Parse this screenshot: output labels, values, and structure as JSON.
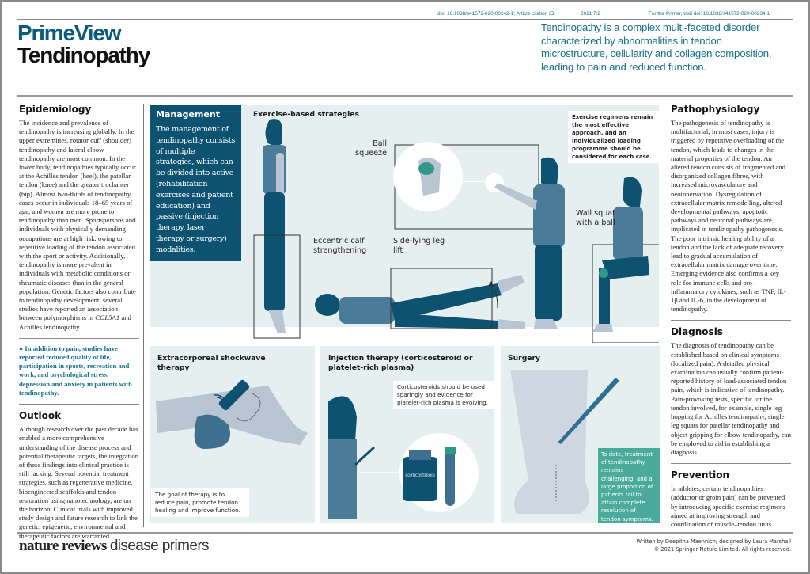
{
  "header": {
    "doi_left": "doi: 10.1038/s41572-020-00242-1; Article citation ID:",
    "citation": "2021  7:2",
    "doi_right": "For the Primer, visit doi: 10.1038/s41572-020-00234-1",
    "brand": "PrimeView",
    "title": "Tendinopathy",
    "intro": "Tendinopathy is a complex multi-faceted disorder characterized by abnormalities in tendon microstructure, cellularity and collagen composition, leading to pain and reduced function."
  },
  "left": {
    "epidemiology": {
      "heading": "Epidemiology",
      "text": "The incidence and prevalence of tendinopathy is increasing globally. In the upper extremities, rotator cuff (shoulder) tendinopathy and lateral elbow tendinopathy are most common. In the lower body, tendinopathies typically occur at the Achilles tendon (heel), the patellar tendon (knee) and the greater trochanter (hip). Almost two-thirds of tendinopathy cases occur in individuals 18–65 years of age, and women are more prone to tendinopathy than men. Sportspersons and individuals with physically demanding occupations are at high risk, owing to repetitive loading of the tendon associated with the sport or activity. Additionally, tendinopathy is more prevalent in individuals with metabolic conditions or rheumatic diseases than in the general population. Genetic factors also contribute to tendinopathy development; several studies have reported an association between polymorphisms in",
      "gene": "COL5A1",
      "text_end": "and Achilles tendinopathy."
    },
    "highlight": "In addition to pain, studies have reported reduced quality of life, participation in sports, recreation and work, and psychological stress, depression and anxiety in patients with tendinopathy.",
    "outlook": {
      "heading": "Outlook",
      "text": "Although research over the past decade has enabled a more comprehensive understanding of the disease process and potential therapeutic targets, the integration of these findings into clinical practice is still lacking. Several potential treatment strategies, such as regenerative medicine, bioengineered scaffolds and tendon restoration using nanotechnology, are on the horizon. Clinical trials with improved study design and future research to link the genetic, epigenetic, environmental and therapeutic factors are warranted."
    }
  },
  "management": {
    "heading": "Management",
    "text": "The management of tendinopathy consists of multiple strategies, which can be divided into active (rehabilitation exercises and patient education) and passive (injection therapy, laser therapy or surgery) modalities.",
    "exercise": {
      "title": "Exercise-based strategies",
      "calf": "Eccentric calf strengthening",
      "ball": "Ball squeeze",
      "leg": "Side-lying leg lift",
      "wall": "Wall squat with a ball",
      "note": "Exercise regimens remain the most effective approach, and an individualized loading programme should be considered for each case."
    },
    "shockwave": {
      "title": "Extracorporeal shockwave therapy",
      "note": "The goal of therapy is to reduce pain, promote tendon healing and improve function."
    },
    "injection": {
      "title": "Injection therapy (corticosteroid or platelet-rich plasma)",
      "note": "Corticosteroids should be used sparingly and evidence for platelet-rich plasma is evolving.",
      "bottle_label": "CORTICOSTEROID",
      "tube_label": "PLATELET-RICH PLASMA"
    },
    "surgery": {
      "title": "Surgery",
      "note": "To date, treatment of tendinopathy remains challenging, and a large proportion of patients fail to attain complete resolution of tendon symptoms."
    }
  },
  "right": {
    "pathophysiology": {
      "heading": "Pathophysiology",
      "text": "The pathogenesis of tendinopathy is multifactorial; in most cases, injury is triggered by repetitive overloading of the tendon, which leads to changes in the material properties of the tendon. An altered tendon consists of fragmented and disorganized collagen fibres, with increased microvasculature and neoinnervation. Dysregulation of extracellular matrix remodelling, altered developmental pathways, apoptotic pathways and neuronal pathways are implicated in tendinopathy pathogenesis. The poor intrinsic healing ability of a tendon and the lack of adequate recovery lead to gradual accumulation of extracellular matrix damage over time. Emerging evidence also confirms a key role for immune cells and pro-inflammatory cytokines, such as TNF, IL-1β and IL-6, in the development of tendinopathy."
    },
    "diagnosis": {
      "heading": "Diagnosis",
      "text": "The diagnosis of tendinopathy can be established based on clinical symptoms (localized pain). A detailed physical examination can usually confirm patient-reported history of load-associated tendon pain, which is indicative of tendinopathy. Pain-provoking tests, specific for the tendon involved, for example, single leg hopping for Achilles tendinopathy, single leg squats for patellar tendinopathy and object gripping for elbow tendinopathy, can be employed to aid in establishing a diagnosis."
    },
    "prevention": {
      "heading": "Prevention",
      "text": "In athletes, certain tendinopathies (adductor or groin pain) can be prevented by introducing specific exercise regimens aimed at improving strength and coordination of muscle–tendon units."
    }
  },
  "footer": {
    "logo_bold": "nature reviews",
    "logo_light": "disease primers",
    "credits": "Written by Deepitha Maennich; designed by Laura Marshall",
    "copyright": "© 2021 Springer Nature Limited. All rights reserved."
  },
  "colors": {
    "brand": "#0b5b7c",
    "dark_teal": "#0e5272",
    "panel": "#e5eff0",
    "accent_green": "#2e9a86",
    "note_teal": "#4aab9c"
  }
}
